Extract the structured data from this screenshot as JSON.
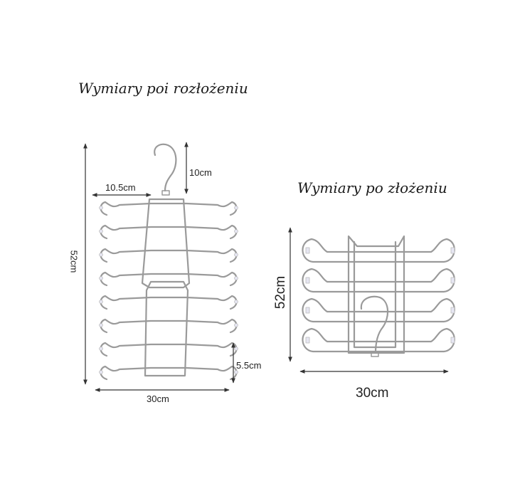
{
  "unfolded": {
    "title": "Wymiary poi rozłożeniu",
    "hook_height_label": "10cm",
    "hook_offset_label": "10.5cm",
    "total_height_label": "52cm",
    "bar_spacing_label": "5.5cm",
    "width_label": "30cm",
    "bar_count": 8
  },
  "folded": {
    "title": "Wymiary  po złożeniu",
    "height_label": "52cm",
    "width_label": "30cm",
    "bar_count": 4
  },
  "colors": {
    "wire": "#9a9a9a",
    "wire_highlight": "#d8d8d8",
    "arrow": "#333333",
    "tip_cap": "#e6e6f2"
  }
}
